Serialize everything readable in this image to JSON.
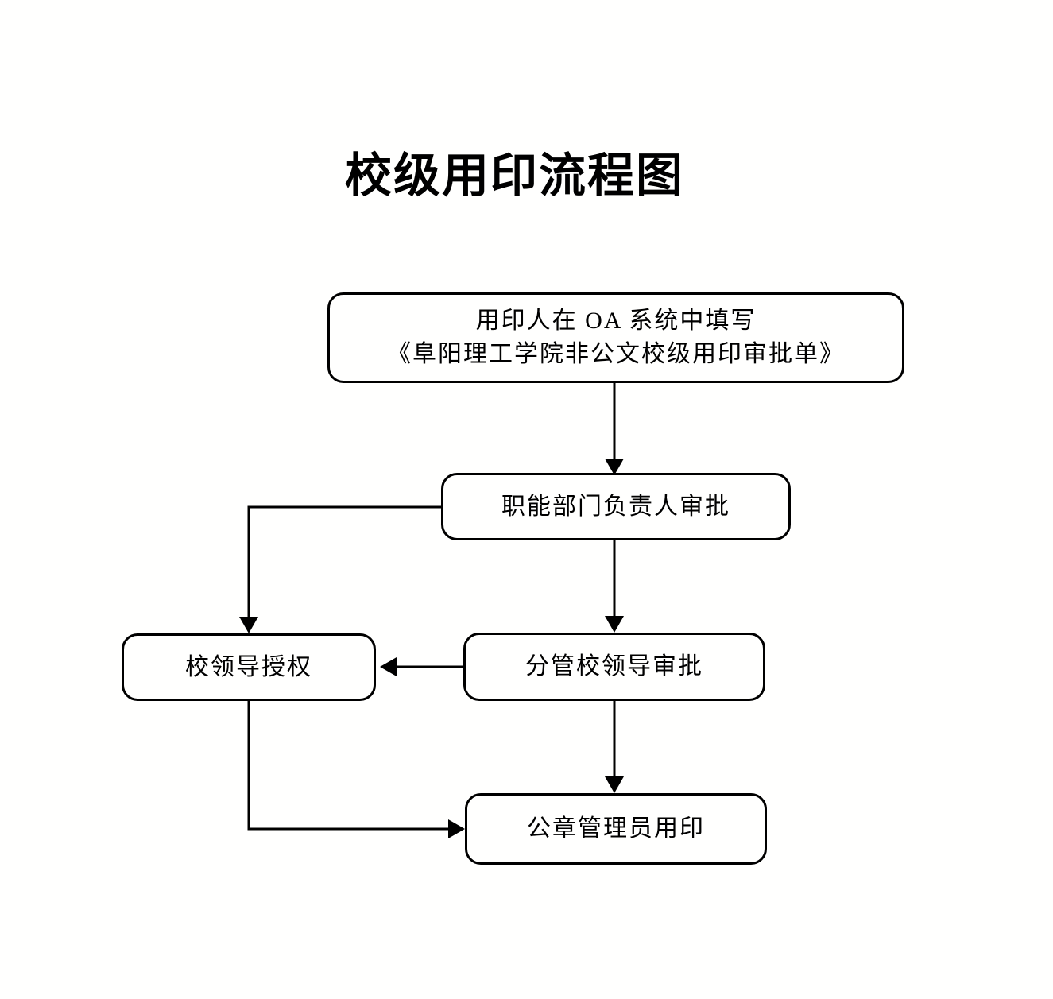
{
  "title": "校级用印流程图",
  "colors": {
    "line": "#000000",
    "background": "#ffffff",
    "text": "#000000"
  },
  "flowchart": {
    "nodes": {
      "fill_form": {
        "line1": "用印人在 OA 系统中填写",
        "line2": "《阜阳理工学院非公文校级用印审批单》"
      },
      "dept_head": {
        "label": "职能部门负责人审批"
      },
      "leader_auth": {
        "label": "校领导授权"
      },
      "vice_leader": {
        "label": "分管校领导审批"
      },
      "seal_admin": {
        "label": "公章管理员用印"
      }
    },
    "edges": [
      {
        "from": "fill_form",
        "to": "dept_head"
      },
      {
        "from": "dept_head",
        "to": "vice_leader"
      },
      {
        "from": "dept_head",
        "to": "leader_auth"
      },
      {
        "from": "vice_leader",
        "to": "leader_auth"
      },
      {
        "from": "vice_leader",
        "to": "seal_admin"
      },
      {
        "from": "leader_auth",
        "to": "seal_admin"
      }
    ]
  }
}
